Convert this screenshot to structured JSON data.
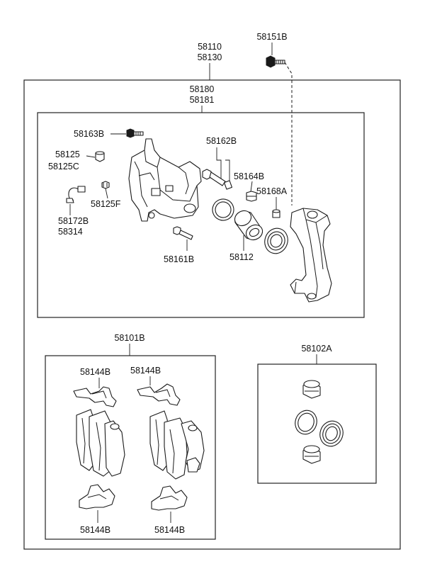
{
  "labels": {
    "p58151B": "58151B",
    "p58110": "58110",
    "p58130": "58130",
    "p58180": "58180",
    "p58181": "58181",
    "p58163B": "58163B",
    "p58125": "58125",
    "p58125C": "58125C",
    "p58162B": "58162B",
    "p58164B": "58164B",
    "p58168A": "58168A",
    "p58125F": "58125F",
    "p58172B": "58172B",
    "p58314": "58314",
    "p58161B": "58161B",
    "p58112": "58112",
    "p58101B": "58101B",
    "p58102A": "58102A",
    "p58144B_tl": "58144B",
    "p58144B_tr": "58144B",
    "p58144B_bl": "58144B",
    "p58144B_br": "58144B"
  }
}
